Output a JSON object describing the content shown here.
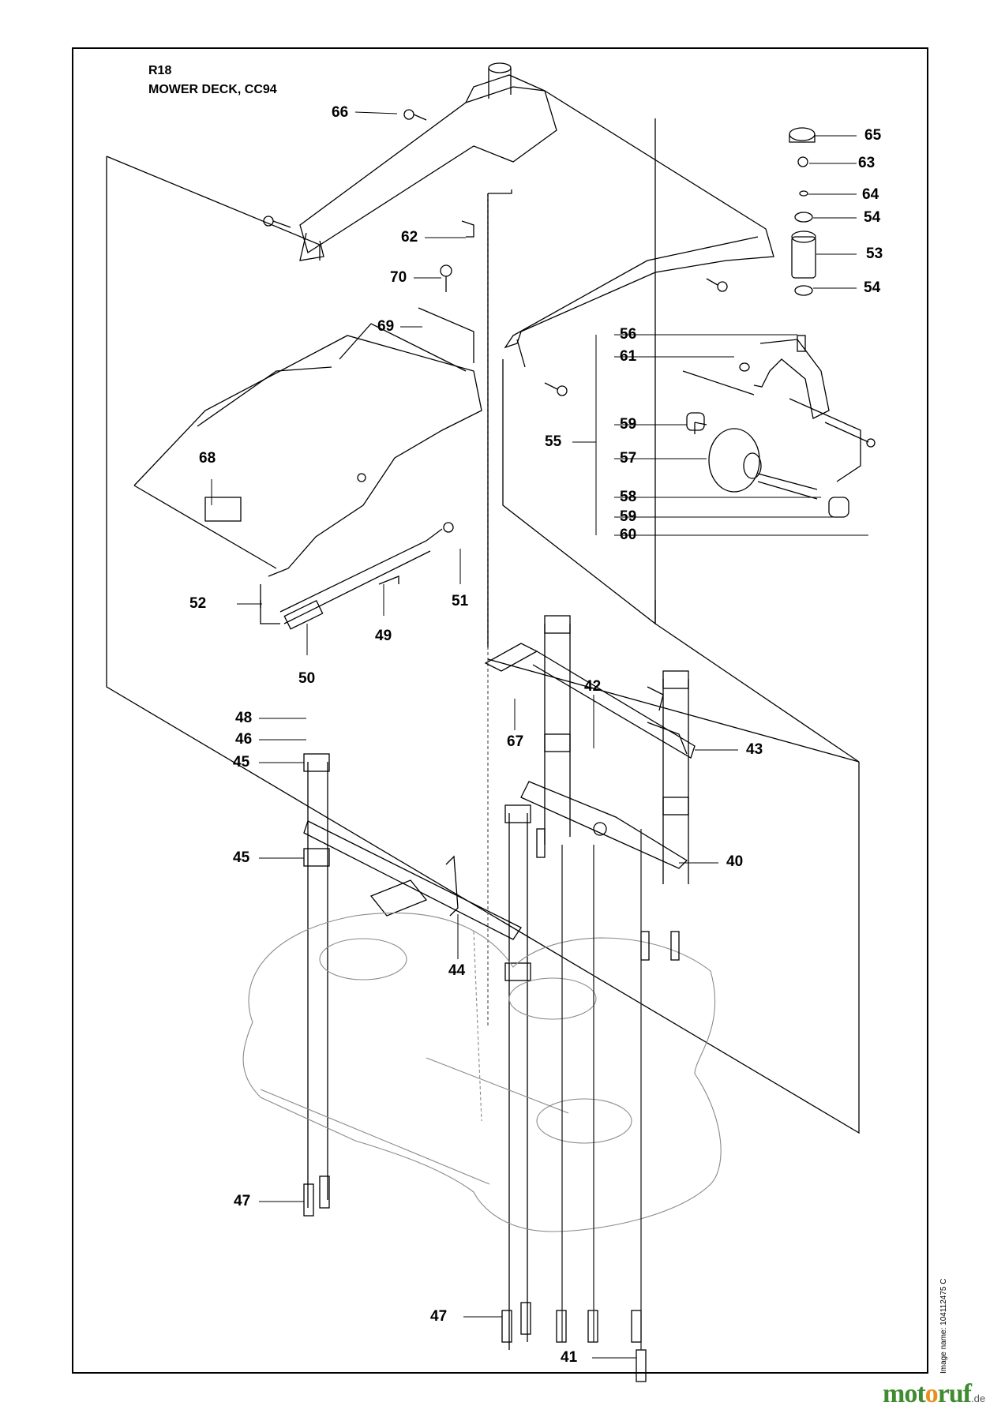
{
  "header": {
    "code": "R18",
    "name": "MOWER DECK, CC94"
  },
  "footer": {
    "image_name": "Image name: 104112475 C",
    "brand_prefix": "mot",
    "brand_o": "o",
    "brand_suffix": "ruf",
    "brand_tld": ".de"
  },
  "part_labels": [
    {
      "id": "66"
    },
    {
      "id": "65"
    },
    {
      "id": "63"
    },
    {
      "id": "64"
    },
    {
      "id": "54"
    },
    {
      "id": "62"
    },
    {
      "id": "53"
    },
    {
      "id": "70"
    },
    {
      "id": "54b"
    },
    {
      "id": "69"
    },
    {
      "id": "56"
    },
    {
      "id": "61"
    },
    {
      "id": "68"
    },
    {
      "id": "59"
    },
    {
      "id": "55"
    },
    {
      "id": "57"
    },
    {
      "id": "58"
    },
    {
      "id": "59b"
    },
    {
      "id": "60"
    },
    {
      "id": "52"
    },
    {
      "id": "51"
    },
    {
      "id": "49"
    },
    {
      "id": "50"
    },
    {
      "id": "48"
    },
    {
      "id": "46"
    },
    {
      "id": "42"
    },
    {
      "id": "45"
    },
    {
      "id": "67"
    },
    {
      "id": "43"
    },
    {
      "id": "45b"
    },
    {
      "id": "40"
    },
    {
      "id": "44"
    },
    {
      "id": "47"
    },
    {
      "id": "47b"
    },
    {
      "id": "41"
    }
  ],
  "labels": {
    "66": "66",
    "65": "65",
    "63": "63",
    "64": "64",
    "54": "54",
    "62": "62",
    "53": "53",
    "70": "70",
    "54b": "54",
    "69": "69",
    "56": "56",
    "61": "61",
    "68": "68",
    "59": "59",
    "55": "55",
    "57": "57",
    "58": "58",
    "59b": "59",
    "60": "60",
    "52": "52",
    "51": "51",
    "49": "49",
    "50": "50",
    "48": "48",
    "46": "46",
    "42": "42",
    "45": "45",
    "67": "67",
    "43": "43",
    "45b": "45",
    "40": "40",
    "44": "44",
    "47": "47",
    "47b": "47",
    "41": "41"
  }
}
